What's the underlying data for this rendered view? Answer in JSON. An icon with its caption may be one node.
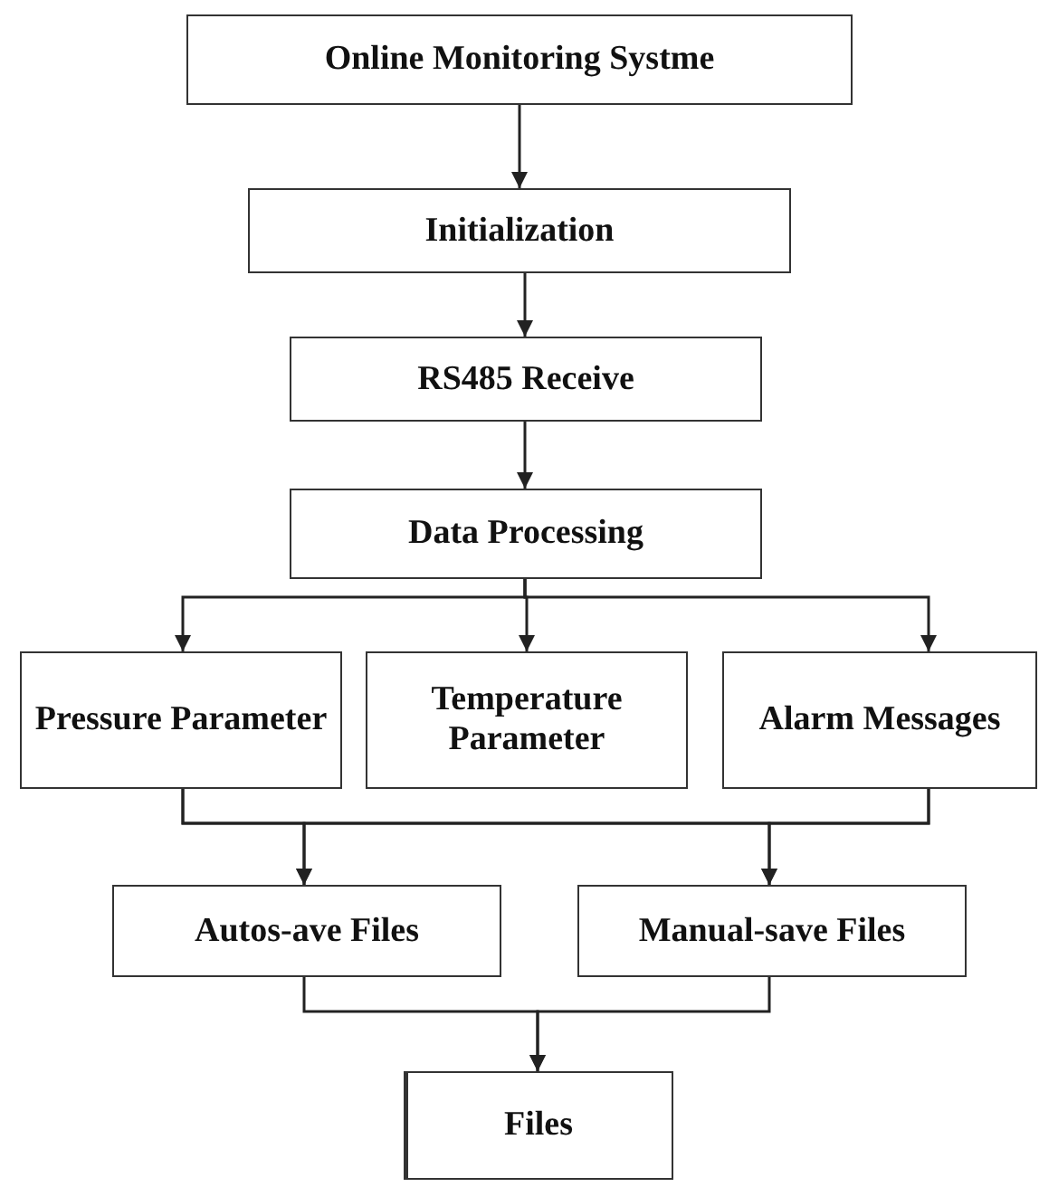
{
  "diagram": {
    "nodes": [
      {
        "text": [
          "Online Monitoring Systme"
        ]
      },
      {
        "text": [
          "Initialization"
        ]
      },
      {
        "text": [
          "RS485 Receive"
        ]
      },
      {
        "text": [
          "Data Processing"
        ]
      },
      {
        "text": [
          "Pressure Parameter"
        ]
      },
      {
        "text": [
          "Temperature Parameter"
        ]
      },
      {
        "text": [
          "Alarm Messages"
        ]
      },
      {
        "text": [
          "Autos-ave Files"
        ]
      },
      {
        "text": [
          "Manual-save Files"
        ]
      },
      {
        "text": [
          "Files"
        ]
      }
    ],
    "edges": [
      {
        "from": 0,
        "to": 1,
        "arrow": "to"
      },
      {
        "from": 1,
        "to": 2,
        "arrow": "to"
      },
      {
        "from": 2,
        "to": 3,
        "arrow": "to"
      },
      {
        "from": 3,
        "to": 4,
        "arrow": "to"
      },
      {
        "from": 3,
        "to": 5,
        "arrow": "to"
      },
      {
        "from": 3,
        "to": 6,
        "arrow": "to"
      },
      {
        "from": 4,
        "to": 7,
        "arrow": "to"
      },
      {
        "from": 4,
        "to": 8,
        "arrow": "to"
      },
      {
        "from": 6,
        "to": 7,
        "arrow": "to"
      },
      {
        "from": 6,
        "to": 8,
        "arrow": "to"
      },
      {
        "from": 7,
        "to": 9,
        "arrow": "to"
      },
      {
        "from": 8,
        "to": 9,
        "arrow": "to"
      }
    ]
  }
}
